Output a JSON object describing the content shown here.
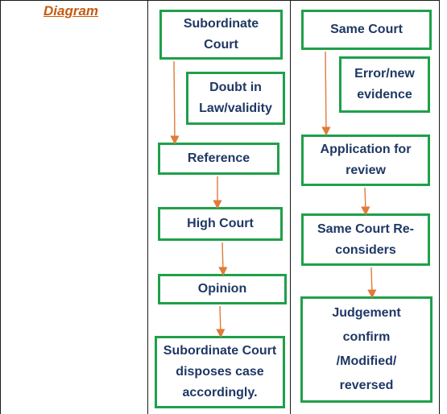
{
  "diagram": {
    "heading": "Diagram",
    "colors": {
      "box_border": "#1fa04a",
      "box_text": "#1f3864",
      "arrow": "#e07b39",
      "heading": "#c55a11"
    },
    "reference_flow": {
      "subordinate_court": "Subordinate Court",
      "doubt": "Doubt in Law/validity",
      "reference": "Reference",
      "high_court": "High Court",
      "opinion": "Opinion",
      "disposal": "Subordinate Court disposes case accordingly."
    },
    "review_flow": {
      "same_court": "Same Court",
      "error": "Error/new evidence",
      "application": "Application for review",
      "reconsiders": "Same Court Re-considers",
      "judgement": "Judgement confirm /Modified/ reversed"
    }
  }
}
